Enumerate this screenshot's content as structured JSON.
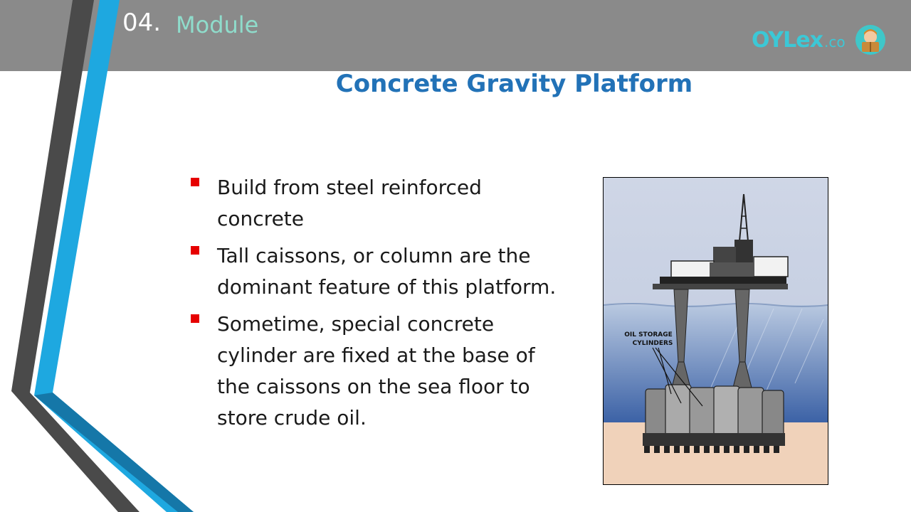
{
  "header": {
    "module_number": "04.",
    "module_label": "Module"
  },
  "logo": {
    "main": "OYLex",
    "tld": ".co",
    "avatar_icon": "reader-avatar-icon"
  },
  "slide": {
    "title": "Concrete Gravity Platform",
    "bullets": [
      "Build from steel reinforced concrete",
      "Tall caissons, or column are the dominant feature of this platform.",
      "Sometime, special concrete cylinder are fixed at the base of the caissons on the sea floor to store crude oil."
    ]
  },
  "illustration": {
    "label_line1": "OIL STORAGE",
    "label_line2": "CYLINDERS"
  },
  "colors": {
    "header": "#8a8a8a",
    "accent_blue": "#1ea8e0",
    "stripe_dark": "#4a4a4a",
    "title": "#2272b7",
    "module_label": "#8fdccb",
    "bullet": "#e60000",
    "logo": "#3cc8d6"
  }
}
